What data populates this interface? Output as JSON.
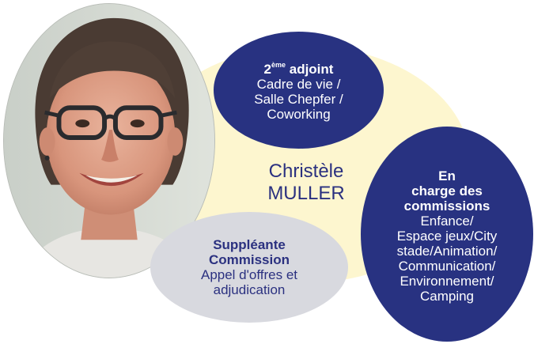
{
  "colors": {
    "navy": "#283281",
    "grey_bubble": "#d8d9df",
    "cream": "#fdf6cf",
    "text_navy": "#2b3180"
  },
  "person": {
    "first_name": "Christèle",
    "last_name": "MULLER",
    "photo_icon": "portrait-photo"
  },
  "top_bubble": {
    "title_num": "2",
    "title_sup": "ème",
    "title_rest": " adjoint",
    "lines": [
      "Cadre de vie /",
      "Salle Chepfer /",
      "Coworking"
    ]
  },
  "right_bubble": {
    "title_lines": [
      "En",
      "charge des",
      "commissions"
    ],
    "lines": [
      "Enfance/",
      "Espace jeux/City",
      "stade/Animation/",
      "Communication/",
      "Environnement/",
      "Camping"
    ]
  },
  "grey_bubble": {
    "title_lines": [
      "Suppléante",
      "Commission"
    ],
    "lines": [
      "Appel d'offres et",
      "adjudication"
    ]
  }
}
